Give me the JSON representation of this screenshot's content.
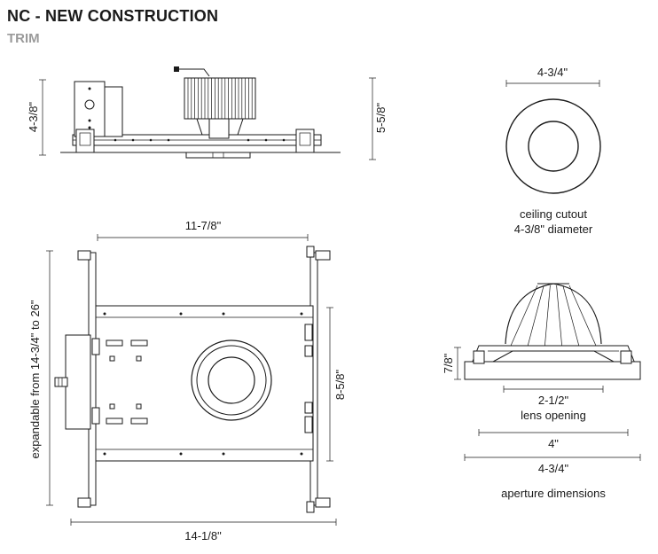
{
  "header": {
    "title": "NC - NEW CONSTRUCTION",
    "subtitle": "TRIM"
  },
  "side_view": {
    "height_left": "4-3/8\"",
    "height_right": "5-5/8\""
  },
  "ceiling_cutout": {
    "width": "4-3/4\"",
    "caption_line1": "ceiling cutout",
    "caption_line2": "4-3/8\" diameter"
  },
  "plan_view": {
    "top_width": "11-7/8\"",
    "side_expandable": "expandable from 14-3/4\" to 26\"",
    "right_height": "8-5/8\"",
    "bottom_width": "14-1/8\""
  },
  "aperture": {
    "height": "7/8\"",
    "lens_opening_value": "2-1/2\"",
    "lens_opening_label": "lens opening",
    "inner_width": "4\"",
    "outer_width": "4-3/4\"",
    "caption": "aperture dimensions"
  },
  "colors": {
    "line": "#1a1a1a",
    "subtitle": "#9a9a9a"
  }
}
